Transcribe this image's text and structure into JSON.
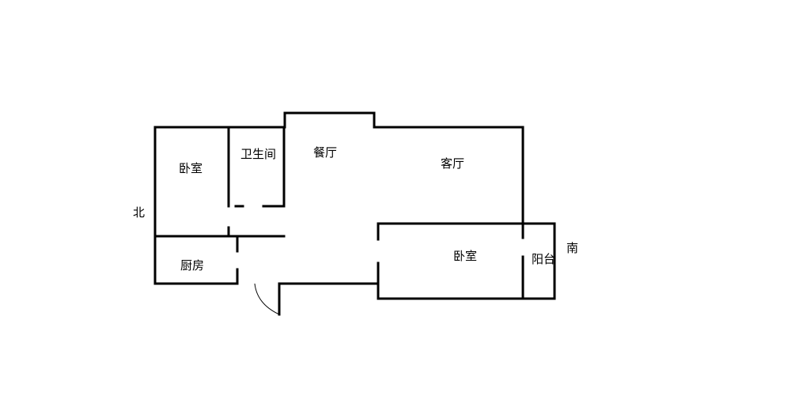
{
  "rooms": {
    "bedroom_north": "卧室",
    "bathroom": "卫生间",
    "dining_room": "餐厅",
    "living_room": "客厅",
    "kitchen": "厨房",
    "bedroom_south": "卧室",
    "balcony": "阳台"
  },
  "directions": {
    "north": "北",
    "south": "南"
  },
  "colors": {
    "wall": "#000000",
    "background": "#ffffff"
  }
}
